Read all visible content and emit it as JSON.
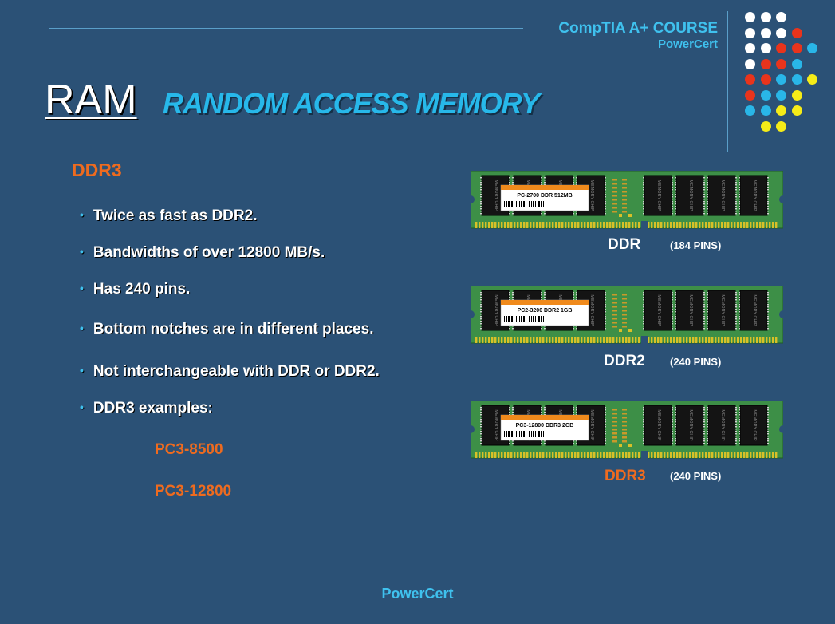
{
  "header": {
    "course_title": "CompTIA A+ COURSE",
    "brand": "PowerCert"
  },
  "title": {
    "main": "RAM",
    "subtitle": "RANDOM ACCESS MEMORY"
  },
  "section": {
    "heading": "DDR3",
    "bullets": [
      "Twice as fast as DDR2.",
      "Bandwidths of over 12800 MB/s.",
      "Has 240 pins.",
      "Bottom notches are in different places.",
      "Not interchangeable with DDR or DDR2.",
      "DDR3 examples:"
    ],
    "examples": [
      "PC3-8500",
      "PC3-12800"
    ]
  },
  "modules": [
    {
      "sticker": "PC-2700    DDR    512MB",
      "name": "DDR",
      "pins": "(184 PINS)",
      "chip_text": "MEMORY CHIP"
    },
    {
      "sticker": "PC2-3200    DDR2    1GB",
      "name": "DDR2",
      "pins": "(240 PINS)",
      "chip_text": "MEMORY CHIP"
    },
    {
      "sticker": "PC3-12800    DDR3    2GB",
      "name": "DDR3",
      "pins": "(240 PINS)",
      "chip_text": "MEMORY CHIP"
    }
  ],
  "footer": {
    "brand": "PowerCert"
  },
  "colors": {
    "background": "#2b5176",
    "accent_blue": "#3fc1ee",
    "accent_orange": "#ee6b1f",
    "dot_white": "#ffffff",
    "dot_red": "#e8341c",
    "dot_blue": "#29b6e8",
    "dot_yellow": "#f5ec18",
    "pcb_green": "#3d8f47"
  },
  "decor_dots": [
    [
      "white",
      "white",
      "white"
    ],
    [
      "white",
      "white",
      "white",
      "red"
    ],
    [
      "white",
      "white",
      "red",
      "red",
      "blue"
    ],
    [
      "white",
      "red",
      "red",
      "blue"
    ],
    [
      "red",
      "red",
      "blue",
      "blue",
      "yellow"
    ],
    [
      "red",
      "blue",
      "blue",
      "yellow"
    ],
    [
      "blue",
      "blue",
      "yellow",
      "yellow"
    ],
    [
      "yellow",
      "yellow"
    ]
  ]
}
